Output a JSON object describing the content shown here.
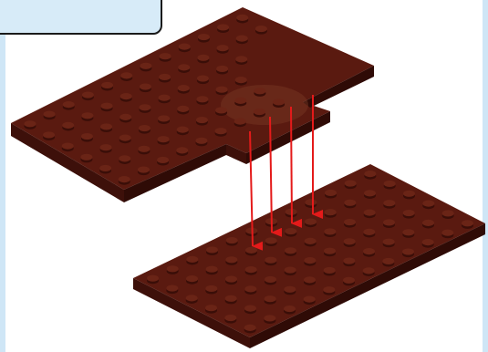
{
  "callout": {
    "text": ""
  },
  "colors": {
    "plate_top": "#5a1a10",
    "plate_side": "#3d100a",
    "plate_dark": "#2a0a06",
    "stud_top": "#6a2416",
    "stud_side": "#3a0e08",
    "arrow": "#e41a1a",
    "edge_strip": "#cfe6f6",
    "callout_fill": "#d7ebf8"
  },
  "icons": {
    "top_plate": "brown-plate-6x12-icon",
    "bottom_plate": "brown-plate-6x12-icon",
    "arrows": "red-down-arrow-icon"
  },
  "assembly": {
    "top_plate": {
      "studs_columns": 12,
      "studs_rows": 6
    },
    "bottom_plate": {
      "studs_columns": 12,
      "studs_rows": 6
    },
    "arrow_count": 4
  }
}
